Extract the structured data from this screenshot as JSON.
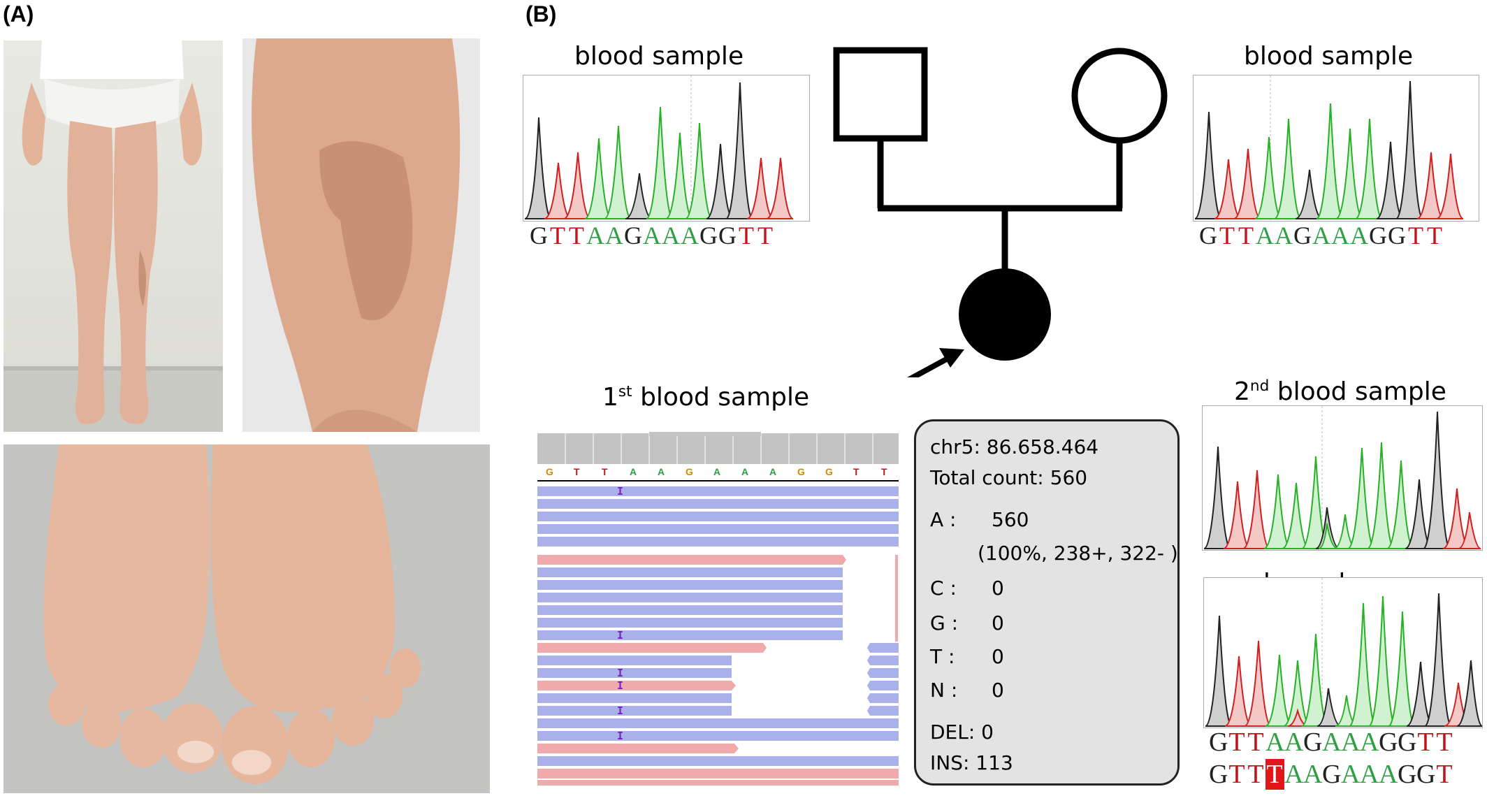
{
  "panel_a_label": "(A)",
  "panel_b_label": "(B)",
  "chroms": {
    "father": {
      "title": "blood sample",
      "sequence": [
        "G",
        "T",
        "T",
        "A",
        "A",
        "G",
        "A",
        "A",
        "A",
        "G",
        "G",
        "T",
        "T"
      ]
    },
    "mother": {
      "title": "blood sample",
      "sequence": [
        "G",
        "T",
        "T",
        "A",
        "A",
        "G",
        "A",
        "A",
        "A",
        "G",
        "G",
        "T",
        "T"
      ]
    },
    "second": {
      "title_prefix": "2",
      "title_sup": "nd",
      "title_rest": " blood sample"
    },
    "buccal": {
      "title": "buccal swap",
      "sequence_ref": [
        "G",
        "T",
        "T",
        "A",
        "A",
        "G",
        "A",
        "A",
        "A",
        "G",
        "G",
        "T",
        "T"
      ],
      "sequence_alt": [
        "G",
        "T",
        "T",
        "T",
        "A",
        "A",
        "G",
        "A",
        "A",
        "A",
        "G",
        "G",
        "T"
      ]
    }
  },
  "igv": {
    "title_prefix": "1",
    "title_sup": "st",
    "title_rest": " blood sample",
    "ref_sequence": [
      "G",
      "T",
      "T",
      "A",
      "A",
      "G",
      "A",
      "A",
      "A",
      "G",
      "G",
      "T",
      "T"
    ],
    "insertion_marker": "I"
  },
  "info": {
    "position": "chr5: 86.658.464",
    "total": "Total count: 560",
    "a_label": "A :",
    "a_value": "560",
    "a_detail": "(100%, 238+, 322- )",
    "c_label": "C :",
    "c_value": "0",
    "g_label": "G :",
    "g_value": "0",
    "t_label": "T :",
    "t_value": "0",
    "n_label": "N :",
    "n_value": "0",
    "del": "DEL: 0",
    "ins": "INS: 113"
  },
  "colors": {
    "A": "#2ea043",
    "T": "#c0161b",
    "G": "#222222",
    "C": "#2a4dd0",
    "read_forward": "#aab0ea",
    "read_reverse": "#f0aaac",
    "highlight": "#e0161b"
  }
}
